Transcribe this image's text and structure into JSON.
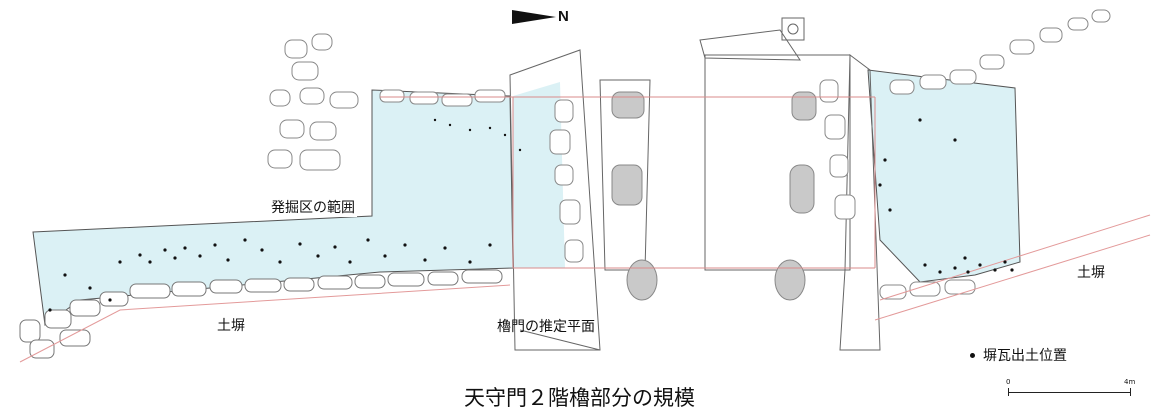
{
  "north_label": "N",
  "labels": {
    "excavation_area": "発掘区の範囲",
    "earthen_wall_left": "土塀",
    "earthen_wall_right": "土塀",
    "gate_plan": "櫓門の推定平面"
  },
  "legend": {
    "text": "塀瓦出土位置"
  },
  "caption": "天守門２階櫓部分の規模",
  "scale": {
    "start": "0",
    "end": "4m"
  },
  "colors": {
    "excavation_fill": "#dbf1f5",
    "stone_outline": "#6e6e6e",
    "estimate_line": "#d98b8b",
    "wall_line": "#e39a9a",
    "pillar_fill": "#c9c9c9"
  }
}
